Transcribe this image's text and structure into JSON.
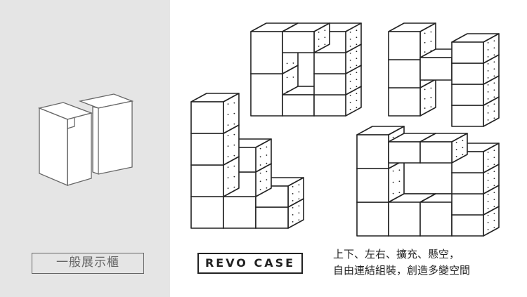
{
  "left": {
    "label": "一般展示櫃"
  },
  "right": {
    "brand": "REVO CASE",
    "tagline_line1": "上下、左右、擴充、懸空，",
    "tagline_line2": "自由連結組裝，創造多變空間"
  },
  "colors": {
    "left_bg": "#e5e5e5",
    "line": "#222222",
    "shelf_line": "#666666",
    "hole_fill": "#e8e8e8"
  }
}
